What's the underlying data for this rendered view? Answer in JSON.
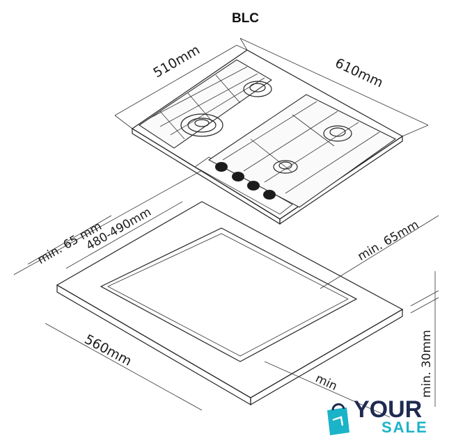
{
  "title": "BLC",
  "dimensions": {
    "hob_depth": "510mm",
    "hob_width": "610mm",
    "min_gap_left": "min. 65 mm",
    "cutout_depth": "480-490mm",
    "min_gap_right": "min. 65mm",
    "cutout_width": "560mm",
    "min_front": "min",
    "min_thickness": "min. 30mm"
  },
  "logo": {
    "line1": "YOUR",
    "line2": "SALE",
    "color_dark": "#1f2a52",
    "color_accent": "#1bb3c8"
  }
}
